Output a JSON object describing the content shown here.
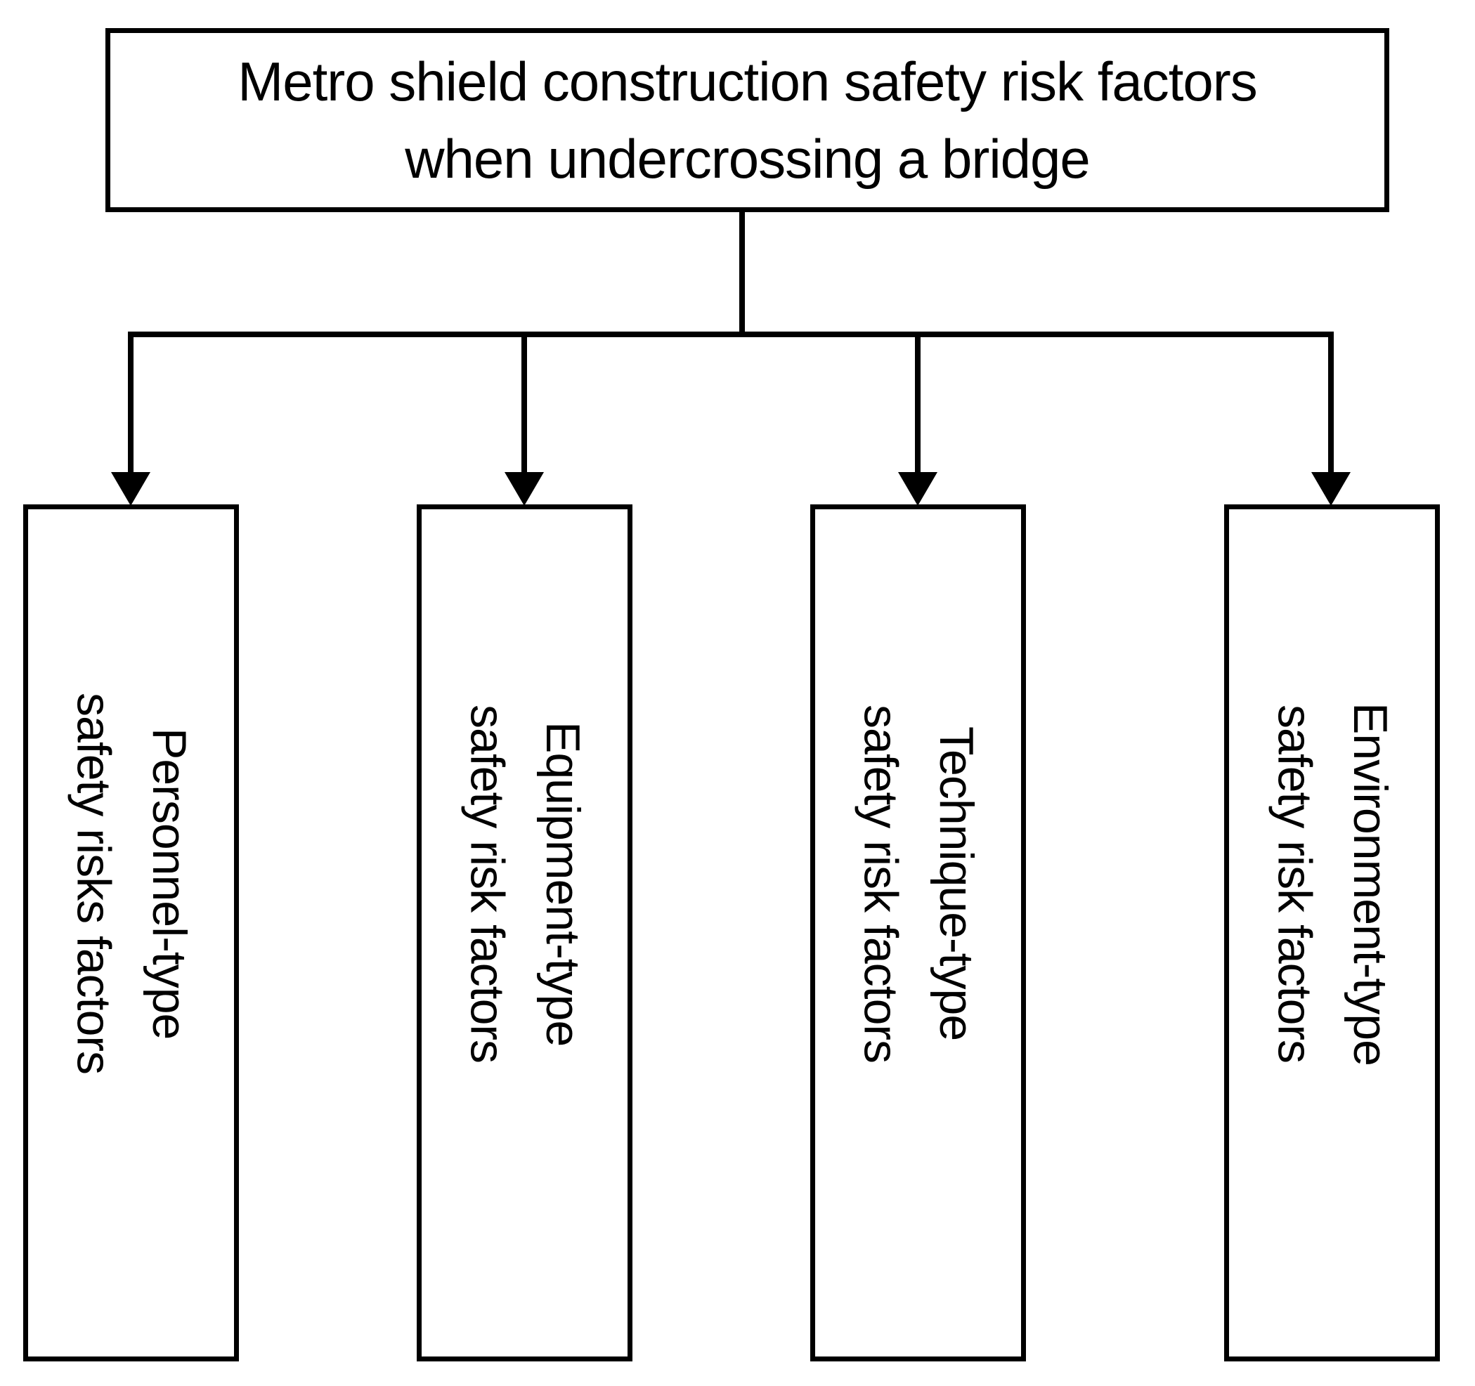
{
  "diagram": {
    "root": {
      "title_line1": "Metro shield construction safety risk factors",
      "title_line2": "when undercrossing a bridge"
    },
    "branches": [
      {
        "label_line1": "Personnel-type",
        "label_line2": "safety risks factors"
      },
      {
        "label_line1": "Equipment-type",
        "label_line2": "safety risk factors"
      },
      {
        "label_line1": "Technique-type",
        "label_line2": "safety risk factors"
      },
      {
        "label_line1": "Environment-type",
        "label_line2": "safety risk factors"
      }
    ],
    "colors": {
      "line": "#000000",
      "text": "#000000",
      "background": "#ffffff"
    }
  }
}
